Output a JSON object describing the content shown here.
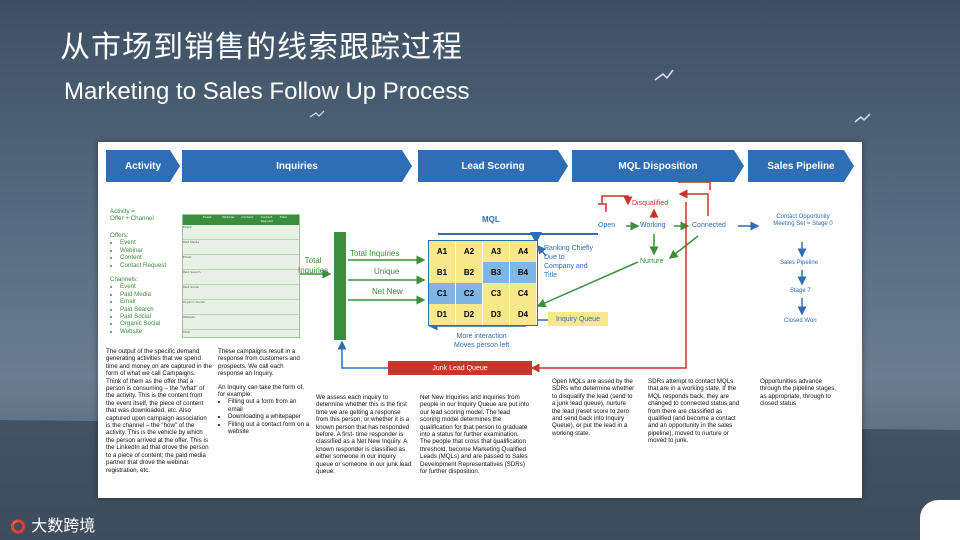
{
  "slide": {
    "title_cn": "从市场到销售的线索跟踪过程",
    "title_en": "Marketing to Sales Follow Up Process",
    "logo_text": "大数跨境"
  },
  "headers": [
    "Activity",
    "Inquiries",
    "Lead Scoring",
    "MQL Disposition",
    "Sales Pipeline"
  ],
  "activity": {
    "formula_1": "Activity =",
    "formula_2": "Offer + Channel",
    "offers_label": "Offers:",
    "offers": [
      "Event",
      "Webinar",
      "Content",
      "Contact Request"
    ],
    "channels_label": "Channels:",
    "channels": [
      "Event",
      "Paid Media",
      "Email",
      "Paid Search",
      "Paid Social",
      "Organic Social",
      "Website"
    ],
    "description": "The output of the specific demand generating activities that we spend time and money on are captured in the form of what we call Campaigns. Think of them as the offer that a person is consuming – the \"what\" of the activity. This is the content from the event itself, the piece of content that was downloaded, etc. Also captured upon campaign association is the channel – the \"how\" of the activity. This is the vehicle by which the person arrived at the offer. This is the LinkedIn ad that drove the person to a piece of content; the paid media partner that drove the webinar registration, etc."
  },
  "inquiries": {
    "grid_headers": [
      "Event",
      "Webinar",
      "Content",
      "Contact Request",
      "Total"
    ],
    "grid_rows": [
      "Event",
      "Paid Media",
      "Email",
      "Paid Search",
      "Paid Social",
      "Organic Social",
      "Website",
      "Total"
    ],
    "total_label_1": "Total",
    "total_label_2": "Inquiries",
    "description": "These campaigns result in a response from customers and prospects. We call each response an Inquiry.",
    "forms_intro": "An Inquiry can take the form of, for example:",
    "forms": [
      "Filling out a form from an email",
      "Downloading a whitepaper",
      "Filling out a contact form on a website"
    ]
  },
  "scoring": {
    "total_inquiries": "Total Inquiries",
    "unique": "Unique",
    "net_new": "Net New",
    "mql_label": "MQL",
    "matrix": [
      [
        "A1",
        "A2",
        "A3",
        "A4"
      ],
      [
        "B1",
        "B2",
        "B3",
        "B4"
      ],
      [
        "C1",
        "C2",
        "C3",
        "C4"
      ],
      [
        "D1",
        "D2",
        "D3",
        "D4"
      ]
    ],
    "ranking_note": "Ranking Chiefly Due to Company and Title",
    "more_interaction": "More interaction",
    "moves_left": "Moves person left",
    "inquiry_queue": "Inquiry Queue",
    "junk_queue": "Junk Lead Queue",
    "desc_left": "We assess each inquiry to determine whether this is the first time we are getting a response from this person, or whether it is a known person that has responded before. A first- time responder is classified as a Net New Inquiry. A known responder is classified as either someone in our inquiry queue or someone in our junk lead queue.",
    "desc_right": "Net New Inquiries and inquiries from people in our Inquiry Queue are put into our lead scoring model. The lead scoring model determines the qualification for that person to graduate into a status for further examination. The people that cross that qualification threshold, become Marketing Qualified Leads (MQLs) and are passed to Sales Development Representatives (SDRs) for further disposition."
  },
  "mql": {
    "disqualified": "Disqualified",
    "open": "Open",
    "working": "Working",
    "connected": "Connected",
    "nurture": "Nurture",
    "desc_left": "Open MQLs are assed by the SDRs who determine whether to disqualify the lead (send to a junk lead queue), nurture the lead (reset score to zero and send back into Inquiry Queue), or put the lead in a working state.",
    "desc_right": "SDRs attempt to contact MQLs that are in a working state. If the MQL responds back, they are changed to connected status and from there are classified as qualified (and become a contact and an opportunity in the sales pipeline), moved to nurture or moved to junk."
  },
  "pipeline": {
    "stage0": "Contact Opportunity Meeting Set = Stage 0",
    "sales_pipeline": "Sales Pipeline",
    "stage7": "Stage 7",
    "closed_won": "Closed Won",
    "description": "Opportunities advance through the pipeline stages, as appropriate, through to closed status"
  },
  "colors": {
    "header_blue": "#2f6db5",
    "green": "#3b8e3b",
    "red": "#c8352b",
    "yellow": "#f7e98a",
    "light_blue": "#7fb6e3"
  }
}
